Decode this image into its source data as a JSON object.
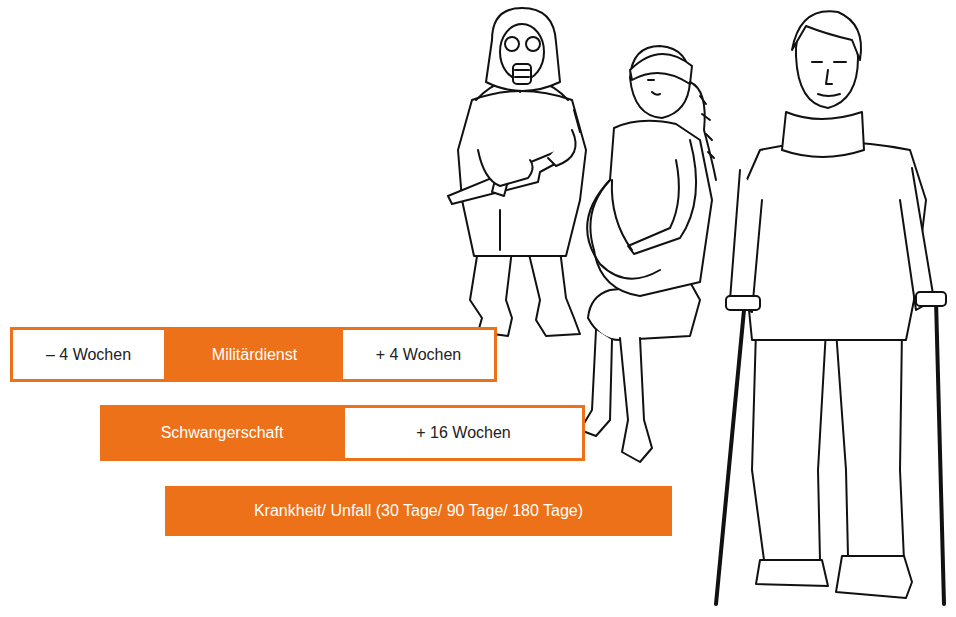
{
  "diagram": {
    "nodes": [
      {
        "text": [
          "– 4 Wochen"
        ]
      },
      {
        "text": [
          "Militärdienst"
        ]
      },
      {
        "text": [
          "+ 4 Wochen"
        ]
      },
      {
        "text": [
          "Schwangerschaft"
        ]
      },
      {
        "text": [
          "+ 16 Wochen"
        ]
      },
      {
        "text": [
          "Krankheit/ Unfall (30 Tage/ 90 Tage/ 180 Tage)"
        ]
      }
    ]
  }
}
